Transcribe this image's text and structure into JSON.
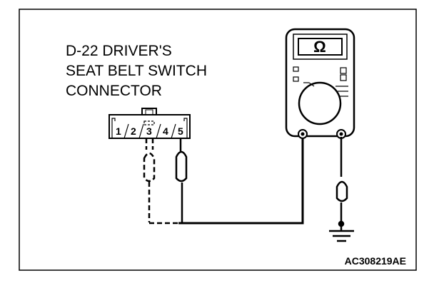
{
  "connector_label": {
    "line1": "D-22 DRIVER'S",
    "line2": "SEAT BELT SWITCH",
    "line3": "CONNECTOR"
  },
  "connector_pins": [
    "1",
    "2",
    "3",
    "4",
    "5"
  ],
  "meter": {
    "display": "Ω",
    "icon": "ohmmeter-icon"
  },
  "figure_code": "AC308219AE",
  "colors": {
    "line": "#000000",
    "background": "#ffffff"
  }
}
